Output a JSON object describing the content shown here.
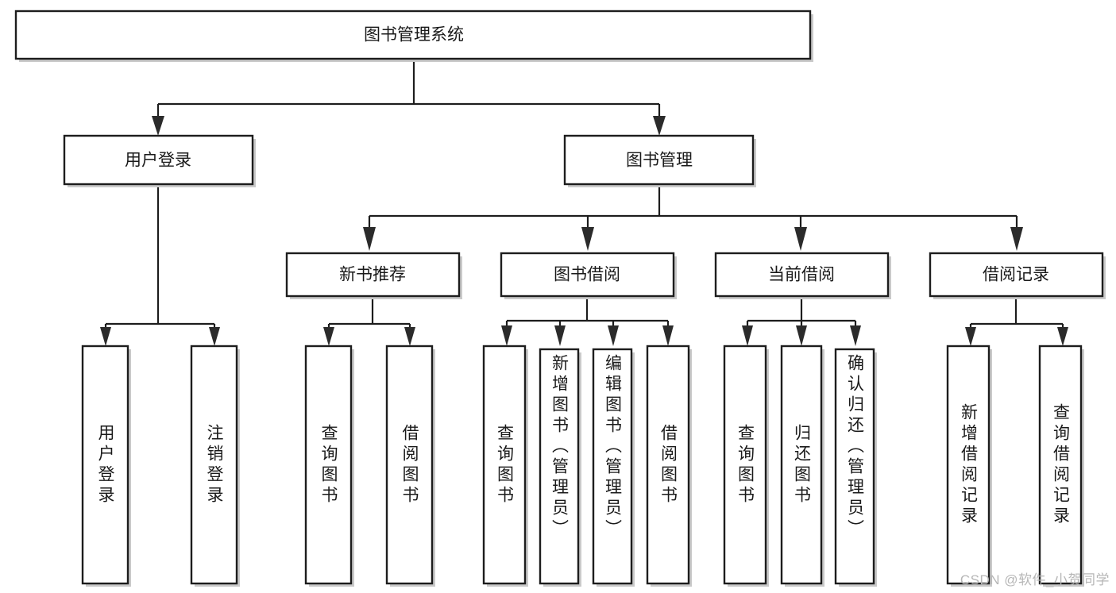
{
  "diagram": {
    "title": "图书管理系统",
    "type": "tree",
    "watermark": "CSDN @软件_小贺同学",
    "colors": {
      "box_stroke": "#1d1d1d",
      "box_fill": "#ffffff",
      "text": "#1a1a1a",
      "shadow": "#c9c9c9",
      "watermark": "#b6b6b6",
      "background": "#ffffff"
    },
    "levels": {
      "root": {
        "label": "图书管理系统"
      },
      "level2": [
        {
          "label": "用户登录"
        },
        {
          "label": "图书管理"
        }
      ],
      "level3": [
        {
          "label": "新书推荐"
        },
        {
          "label": "图书借阅"
        },
        {
          "label": "当前借阅"
        },
        {
          "label": "借阅记录"
        }
      ],
      "leaves": {
        "user_login": [
          {
            "label": "用户登录"
          },
          {
            "label": "注销登录"
          }
        ],
        "new_book_recommend": [
          {
            "label": "查询图书"
          },
          {
            "label": "借阅图书"
          }
        ],
        "book_borrow": [
          {
            "label": "查询图书"
          },
          {
            "label": "新增图书（管理员）"
          },
          {
            "label": "编辑图书（管理员）"
          },
          {
            "label": "借阅图书"
          }
        ],
        "current_borrow": [
          {
            "label": "查询图书"
          },
          {
            "label": "归还图书"
          },
          {
            "label": "确认归还（管理员）"
          }
        ],
        "borrow_record": [
          {
            "label": "新增借阅记录"
          },
          {
            "label": "查询借阅记录"
          }
        ]
      }
    }
  }
}
